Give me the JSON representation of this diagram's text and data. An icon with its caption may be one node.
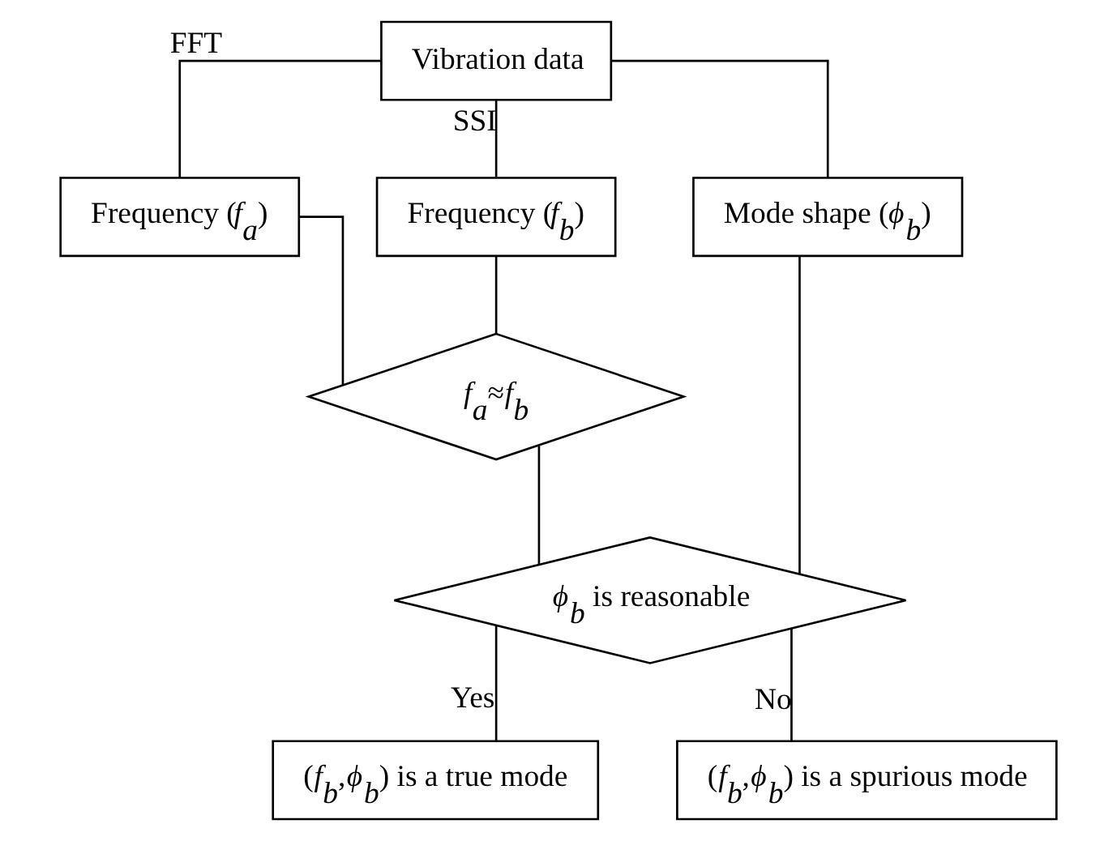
{
  "diagram": {
    "nodes": [
      {
        "text": [
          "Vibration data"
        ]
      },
      {
        "text": [
          "Frequency (*f*$_{a}$)"
        ]
      },
      {
        "text": [
          "Frequency (*f*$_{b}$)"
        ]
      },
      {
        "text": [
          "Mode shape (*ϕ*$_{b}$)"
        ]
      },
      {
        "text": [
          "*f*$_{a}$≈*f*$_{b}$"
        ]
      },
      {
        "text": [
          "*ϕ*$_{b}$ is reasonable"
        ]
      },
      {
        "text": [
          "(*f*$_{b}$,*ϕ*$_{b}$) is a true mode"
        ]
      },
      {
        "text": [
          "(*f*$_{b}$,*ϕ*$_{b}$) is a spurious mode"
        ]
      }
    ],
    "edges": [
      {
        "from": 0,
        "to": 1,
        "arrow": "none",
        "label": "FFT"
      },
      {
        "from": 0,
        "to": 2,
        "arrow": "none",
        "label": "SSI"
      },
      {
        "from": 0,
        "to": 3,
        "arrow": "none"
      },
      {
        "from": 1,
        "to": 4,
        "arrow": "none"
      },
      {
        "from": 2,
        "to": 4,
        "arrow": "none"
      },
      {
        "from": 4,
        "to": 5,
        "arrow": "none"
      },
      {
        "from": 3,
        "to": 5,
        "arrow": "none"
      },
      {
        "from": 5,
        "to": 6,
        "arrow": "none",
        "label": "Yes"
      },
      {
        "from": 5,
        "to": 7,
        "arrow": "none",
        "label": "No"
      }
    ]
  }
}
